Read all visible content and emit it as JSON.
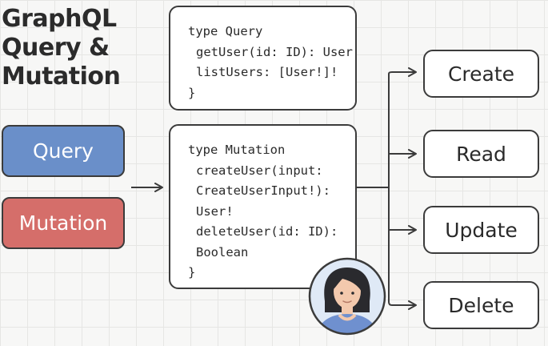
{
  "title": {
    "line1": "GraphQL",
    "line2": "Query &",
    "line3": "Mutation"
  },
  "operations": {
    "query_label": "Query",
    "mutation_label": "Mutation"
  },
  "query_type": {
    "header": "type Query",
    "lines": [
      "getUser(id: ID): User",
      "listUsers: [User!]!"
    ],
    "close": "}"
  },
  "mutation_type": {
    "header": "type Mutation",
    "lines": [
      "createUser(input:",
      "CreateUserInput!):",
      "User!",
      "deleteUser(id: ID):",
      "Boolean"
    ],
    "close": "}"
  },
  "actions": {
    "create": "Create",
    "read": "Read",
    "update": "Update",
    "delete": "Delete"
  },
  "icons": {
    "arrows": "arrow-right-icon",
    "avatar": "user-avatar-icon"
  },
  "colors": {
    "query": "#6a8fc9",
    "mutation": "#d56e6a",
    "outline": "#3b3b3b",
    "avatar_bg": "#dfe9f6",
    "avatar_shirt": "#6f90cf",
    "avatar_skin": "#f3c9ad",
    "avatar_hair": "#2a2a2e"
  }
}
